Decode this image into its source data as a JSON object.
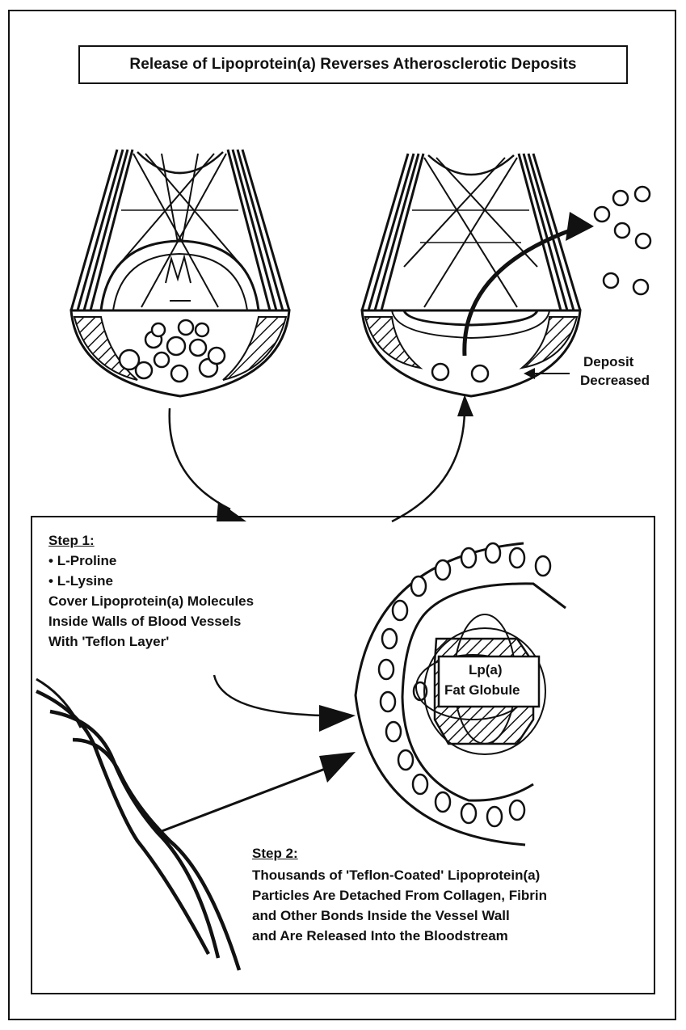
{
  "title": "Release of Lipoprotein(a) Reverses Atherosclerotic Deposits",
  "deposit_label": {
    "line1": "Deposit",
    "line2": "Decreased"
  },
  "step1": {
    "heading": "Step 1:",
    "items": [
      "L-Proline",
      "L-Lysine"
    ],
    "lines": [
      "Cover Lipoprotein(a) Molecules",
      "Inside Walls of  Blood Vessels",
      "With 'Teflon Layer'"
    ]
  },
  "globule": {
    "line1": "Lp(a)",
    "line2": "Fat Globule"
  },
  "step2": {
    "heading": "Step 2:",
    "lines": [
      "Thousands of 'Teflon-Coated' Lipoprotein(a)",
      "Particles Are Detached From Collagen, Fibrin",
      "and Other Bonds Inside the Vessel Wall",
      "and Are Released Into the Bloodstream"
    ]
  }
}
